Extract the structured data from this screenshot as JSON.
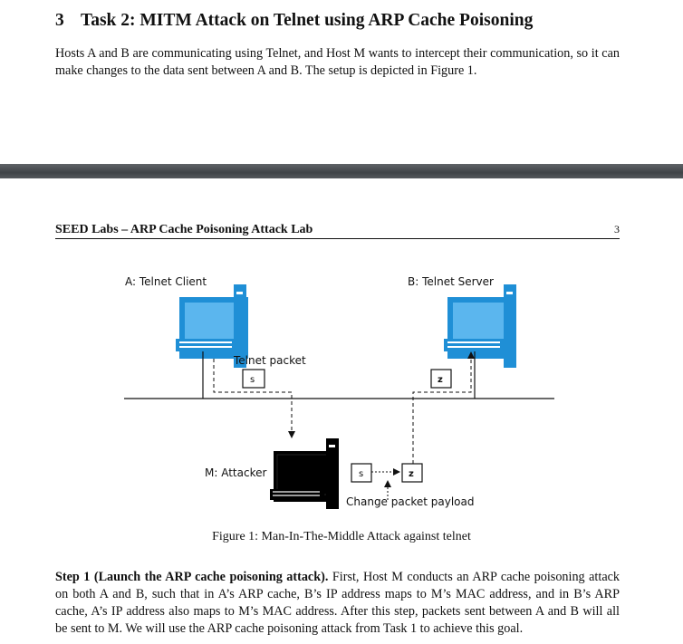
{
  "section": {
    "number": "3",
    "title": "Task 2: MITM Attack on Telnet using ARP Cache Poisoning"
  },
  "intro_text": "Hosts A and B are communicating using Telnet, and Host M wants to intercept their communication, so it can make changes to the data sent between A and B. The setup is depicted in Figure 1.",
  "running_head": {
    "title": "SEED Labs – ARP Cache Poisoning Attack Lab",
    "page": "3"
  },
  "figure": {
    "host_a_label": "A: Telnet Client",
    "host_b_label": "B: Telnet Server",
    "attacker_label": "M: Attacker",
    "packet_label": "Telnet packet",
    "packet_s": "s",
    "packet_z": "z",
    "payload_label": "Change packet payload",
    "caption": "Figure 1: Man-In-The-Middle Attack against telnet"
  },
  "step1": {
    "heading": "Step 1 (Launch the ARP cache poisoning attack).",
    "body": "First, Host M conducts an ARP cache poisoning attack on both A and B, such that in A’s ARP cache, B’s IP address maps to M’s MAC address, and in B’s ARP cache, A’s IP address also maps to M’s MAC address. After this step, packets sent between A and B will all be sent to M. We will use the ARP cache poisoning attack from Task 1 to achieve this goal."
  },
  "colors": {
    "monitor_blue": "#1f8fd6",
    "monitor_screen": "#5bb6ee",
    "attacker_screen": "#000000",
    "divider": "#4a4e52"
  }
}
